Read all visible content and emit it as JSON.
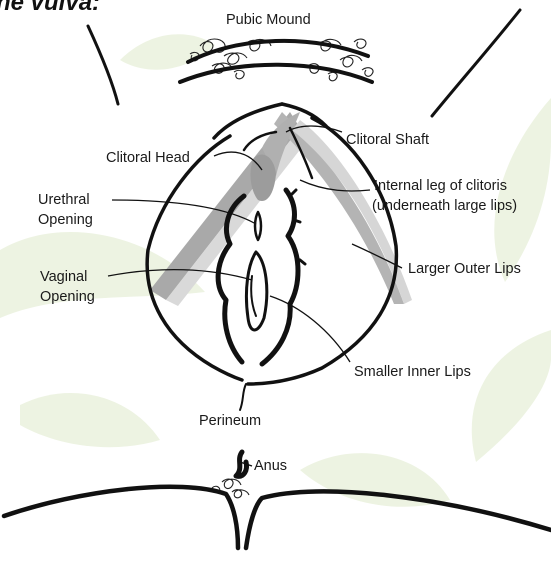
{
  "title": "he vulva:",
  "labels": {
    "pubic_mound": "Pubic Mound",
    "clitoral_shaft": "Clitoral Shaft",
    "clitoral_head": "Clitoral Head",
    "internal_leg_1": "Internal leg of clitoris",
    "internal_leg_2": "(underneath large lips)",
    "urethral_1": "Urethral",
    "urethral_2": "Opening",
    "vaginal_1": "Vaginal",
    "vaginal_2": "Opening",
    "larger_outer_lips": "Larger Outer Lips",
    "smaller_inner_lips": "Smaller Inner Lips",
    "perineum": "Perineum",
    "anus": "Anus"
  },
  "colors": {
    "background_leaf": "#eaf1dc",
    "gray_fill": "#a9a9a9",
    "light_gray_fill": "#d6d6d6",
    "ink": "#111111"
  }
}
